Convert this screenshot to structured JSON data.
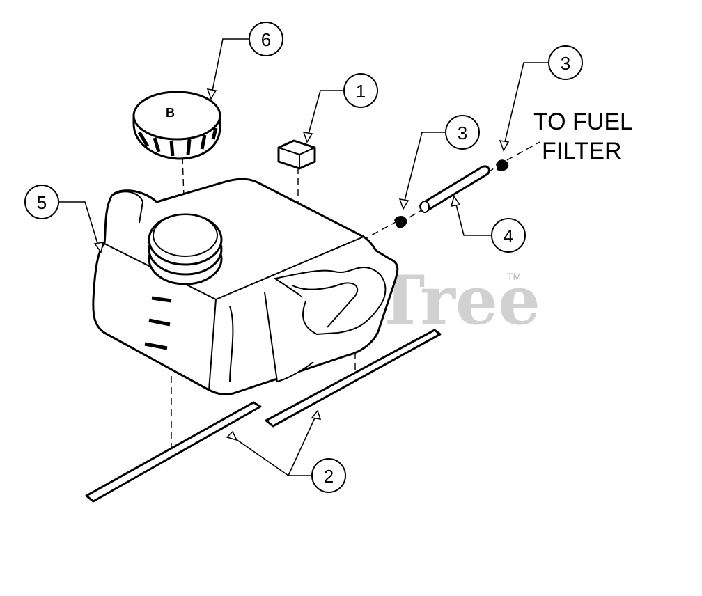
{
  "diagram": {
    "callouts": [
      {
        "id": "callout-1",
        "number": "1"
      },
      {
        "id": "callout-2",
        "number": "2"
      },
      {
        "id": "callout-3a",
        "number": "3"
      },
      {
        "id": "callout-3b",
        "number": "3"
      },
      {
        "id": "callout-4",
        "number": "4"
      },
      {
        "id": "callout-5",
        "number": "5"
      },
      {
        "id": "callout-6",
        "number": "6"
      }
    ],
    "annotation": {
      "line1": "TO FUEL",
      "line2": "FILTER"
    },
    "watermark": {
      "text": "PartsTree",
      "trademark": "TM"
    }
  }
}
